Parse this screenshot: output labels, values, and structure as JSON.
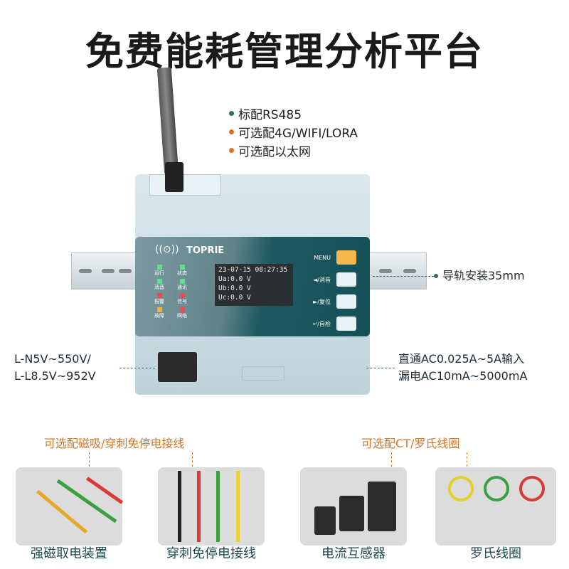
{
  "title": "免费能耗管理分析平台",
  "features": [
    {
      "text": "标配RS485",
      "color": "#2f6a6a"
    },
    {
      "text": "可选配4G/WIFI/LORA",
      "color": "#d0772b"
    },
    {
      "text": "可选配以太网",
      "color": "#d0772b"
    }
  ],
  "device": {
    "brand": "TOPRIE",
    "screen": [
      "23-07-15  08:27:35",
      "Ua:0.0  V",
      "Ub:0.0  V",
      "Uc:0.0  V"
    ],
    "leds": [
      {
        "label": "运行",
        "color": "#5fe08a"
      },
      {
        "label": "状态",
        "color": "#5fe08a"
      },
      {
        "label": "消音",
        "color": "#5fe08a"
      },
      {
        "label": "通讯",
        "color": "#5fe08a"
      },
      {
        "label": "报警",
        "color": "#ef4b4b"
      },
      {
        "label": "信号",
        "color": "#ef4b4b"
      },
      {
        "label": "故障",
        "color": "#f3b13a"
      },
      {
        "label": "网络",
        "color": "#ef4b4b"
      }
    ],
    "buttons": [
      {
        "label": "MENU",
        "color": "#f6b84a"
      },
      {
        "label": "◄/消音",
        "color": "#e7f2f7"
      },
      {
        "label": "►/复位",
        "color": "#e7f2f7"
      },
      {
        "label": "↵/自检",
        "color": "#e7f2f7"
      }
    ]
  },
  "rail_label": "导轨安装35mm",
  "voltage": [
    "L-N5V~550V/",
    "L-L8.5V~952V"
  ],
  "current": [
    "直通AC0.025A~5A输入",
    "漏电AC10mA~5000mA"
  ],
  "options": [
    "可选配磁吸/穿刺免停电接线",
    "可选配CT/罗氏线圈"
  ],
  "accessories": [
    "强磁取电装置",
    "穿刺免停电接线",
    "电流互感器",
    "罗氏线圈"
  ]
}
